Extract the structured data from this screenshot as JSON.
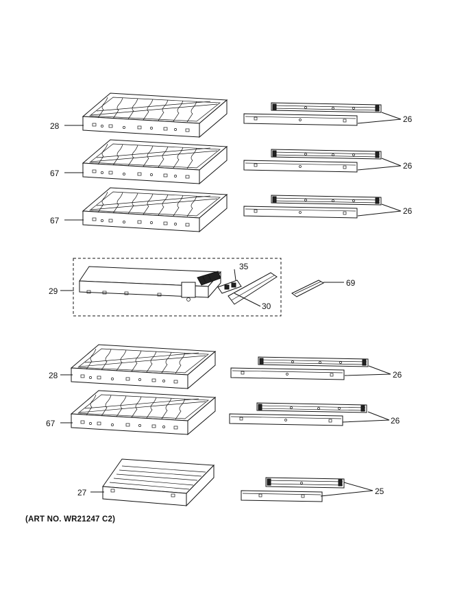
{
  "callouts": {
    "c28a": "28",
    "c67a": "67",
    "c67b": "67",
    "c26a": "26",
    "c26b": "26",
    "c26c": "26",
    "c35": "35",
    "c29": "29",
    "c30": "30",
    "c69": "69",
    "c28b": "28",
    "c67c": "67",
    "c26d": "26",
    "c26e": "26",
    "c27": "27",
    "c25": "25"
  },
  "caption": "(ART NO. WR21247 C2)"
}
